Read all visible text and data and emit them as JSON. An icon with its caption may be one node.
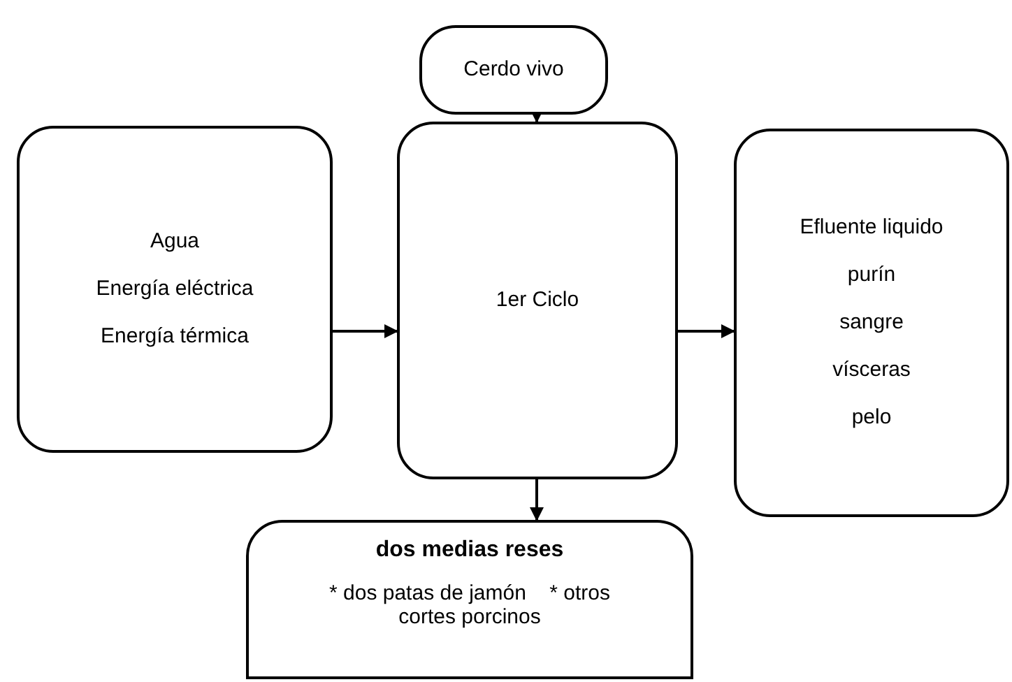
{
  "diagram": {
    "nodes": [
      {
        "text": [
          "Cerdo vivo"
        ]
      },
      {
        "text": [
          "Agua",
          "Energía eléctrica",
          "Energía térmica"
        ]
      },
      {
        "text": [
          "1er Ciclo"
        ]
      },
      {
        "text": [
          "Efluente liquido",
          "purín",
          "sangre",
          "vísceras",
          "pelo"
        ]
      },
      {
        "text": [
          "dos medias reses",
          "* dos patas de jamón    * otros cortes porcinos"
        ]
      }
    ],
    "edges": [
      {
        "from": 0,
        "to": 2,
        "arrow": "to"
      },
      {
        "from": 1,
        "to": 2,
        "arrow": "to"
      },
      {
        "from": 2,
        "to": 3,
        "arrow": "to"
      },
      {
        "from": 2,
        "to": 4,
        "arrow": "to"
      }
    ]
  }
}
